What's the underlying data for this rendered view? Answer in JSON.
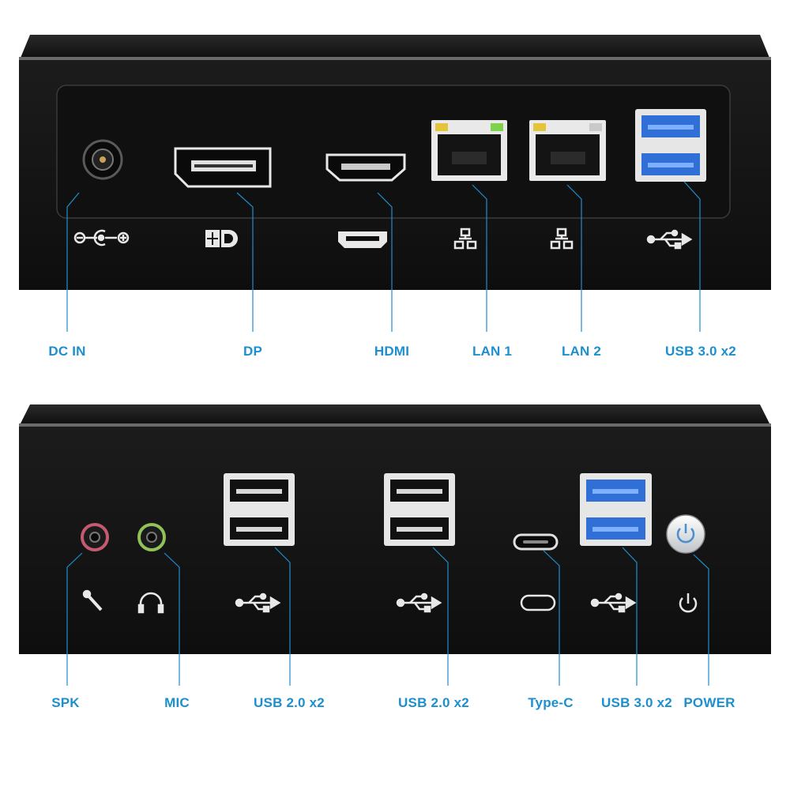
{
  "back_panel": {
    "labels": {
      "dc_in": "DC IN",
      "dp": "DP",
      "hdmi": "HDMI",
      "lan1": "LAN 1",
      "lan2": "LAN 2",
      "usb30": "USB 3.0 x2"
    }
  },
  "front_panel": {
    "labels": {
      "spk": "SPK",
      "mic": "MIC",
      "usb20_a": "USB 2.0 x2",
      "usb20_b": "USB 2.0 x2",
      "typec": "Type-C",
      "usb30": "USB 3.0 x2",
      "power": "POWER"
    }
  },
  "colors": {
    "label": "#1e8fce",
    "leader_line": "#1e8fce",
    "chassis": "#151515",
    "usb3_blue": "#2f6fd6"
  }
}
